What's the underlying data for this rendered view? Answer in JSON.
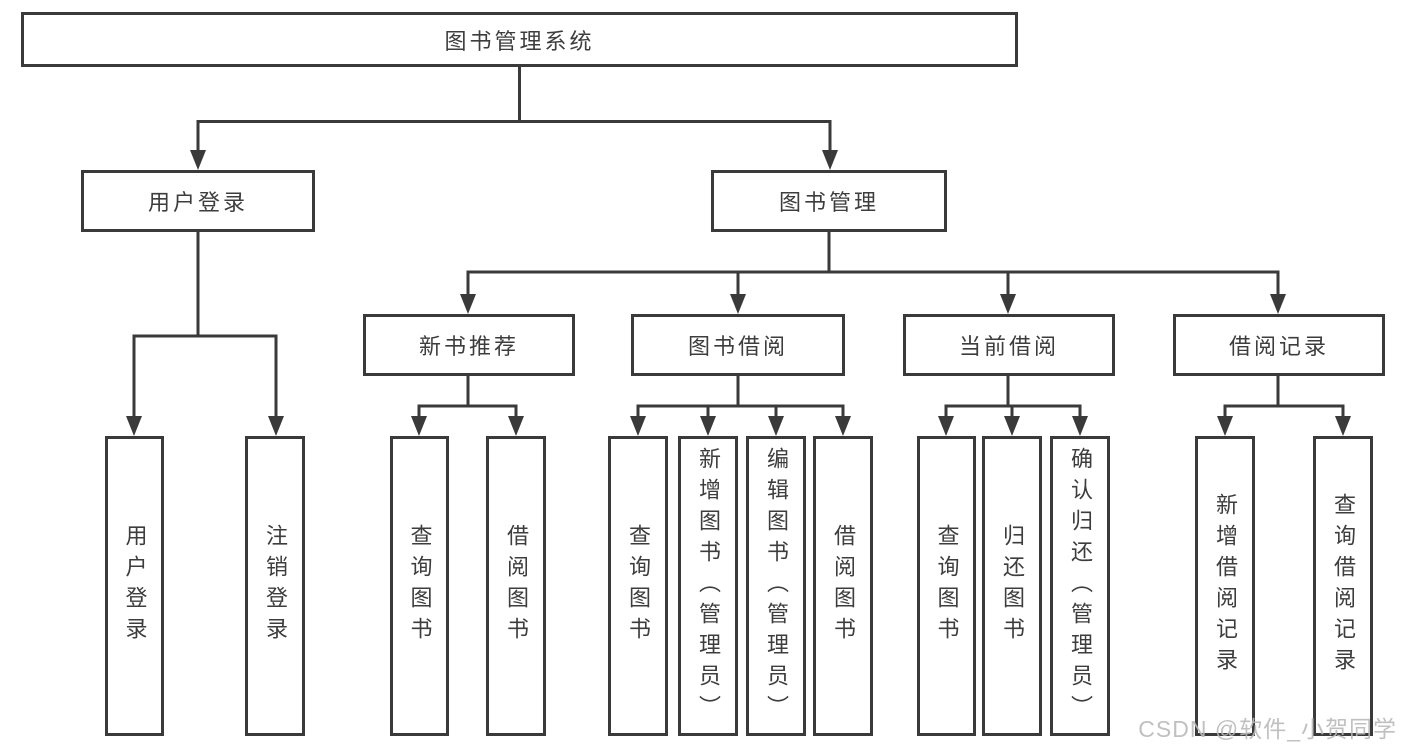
{
  "diagram": {
    "root": {
      "label": "图书管理系统"
    },
    "children": [
      {
        "label": "用户登录",
        "children": [
          {
            "label": "用户登录"
          },
          {
            "label": "注销登录"
          }
        ]
      },
      {
        "label": "图书管理",
        "children": [
          {
            "label": "新书推荐",
            "children": [
              {
                "label": "查询图书"
              },
              {
                "label": "借阅图书"
              }
            ]
          },
          {
            "label": "图书借阅",
            "children": [
              {
                "label": "查询图书"
              },
              {
                "label": "新增图书（管理员）"
              },
              {
                "label": "编辑图书（管理员）"
              },
              {
                "label": "借阅图书"
              }
            ]
          },
          {
            "label": "当前借阅",
            "children": [
              {
                "label": "查询图书"
              },
              {
                "label": "归还图书"
              },
              {
                "label": "确认归还（管理员）"
              }
            ]
          },
          {
            "label": "借阅记录",
            "children": [
              {
                "label": "新增借阅记录"
              },
              {
                "label": "查询借阅记录"
              }
            ]
          }
        ]
      }
    ]
  },
  "watermark": {
    "text": "CSDN @软件_小贺同学"
  },
  "colors": {
    "line": "#3a3a3a",
    "text": "#3d3d3d",
    "watermark": "#b9b9b9",
    "background": "#ffffff"
  }
}
